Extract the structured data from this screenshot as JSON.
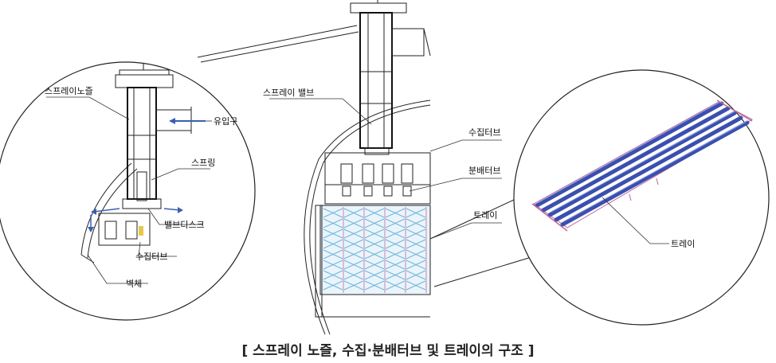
{
  "labels": {
    "left_circle": {
      "spray_nozzle": "스프레이노즐",
      "inlet": "유입구",
      "spring": "스프링",
      "valve_disc": "밸브디스크",
      "collecting_trough": "수집터브",
      "wall": "벽체"
    },
    "center": {
      "spray_valve": "스프레이 밸브",
      "collecting_trough": "수집터브",
      "distribution_trough": "분배터브",
      "tray": "트레이"
    },
    "right_circle": {
      "tray": "트레이"
    }
  },
  "caption": "[ 스프레이 노즐, 수집·분배터브 및 트레이의 구조 ]",
  "colors": {
    "line": "#222222",
    "blue_flow": "#3a5fb0",
    "tray_blue": "#3b4fae",
    "tray_mesh": "#6fb5d9",
    "tray_pink": "#c06aa0",
    "yellow_detail": "#e8c84a"
  }
}
